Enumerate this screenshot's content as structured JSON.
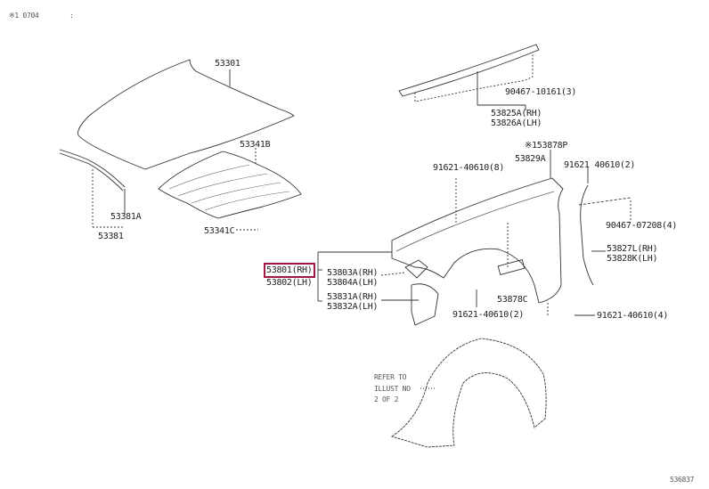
{
  "header": {
    "code": "※1 0704",
    "mark": ":"
  },
  "footer": {
    "diagram_id": "536837"
  },
  "highlight_color": "#a3163f",
  "labels": {
    "hood": "53301",
    "hood_insulator": "53341B",
    "insulator_clip": "53341C",
    "hood_seal_clip": "53381A",
    "hood_seal": "53381",
    "clip_10161": "90467-10161(3)",
    "cowl_seal_rh": "53825A(RH)",
    "cowl_seal_lh": "53826A(LH)",
    "pad_p": "※153878P",
    "pad_53829a": "53829A",
    "bolt_8": "91621-40610(8)",
    "bolt_2_top": "91621 40610(2)",
    "clip_07208": "90467-07208(4)",
    "seal_rh": "53827L(RH)",
    "seal_lh": "53828K(LH)",
    "fender_rh": "53801(RH)",
    "fender_lh": "53802(LH)",
    "bracket_rh": "53803A(RH)",
    "bracket_lh": "53804A(LH)",
    "support_rh": "53831A(RH)",
    "support_lh": "53832A(LH)",
    "pad_c": "53878C",
    "bolt_2_bottom": "91621-40610(2)",
    "bolt_4": "91621-40610(4)"
  },
  "reference_note": [
    "REFER TO",
    "ILLUST NO",
    "2 OF 2"
  ]
}
